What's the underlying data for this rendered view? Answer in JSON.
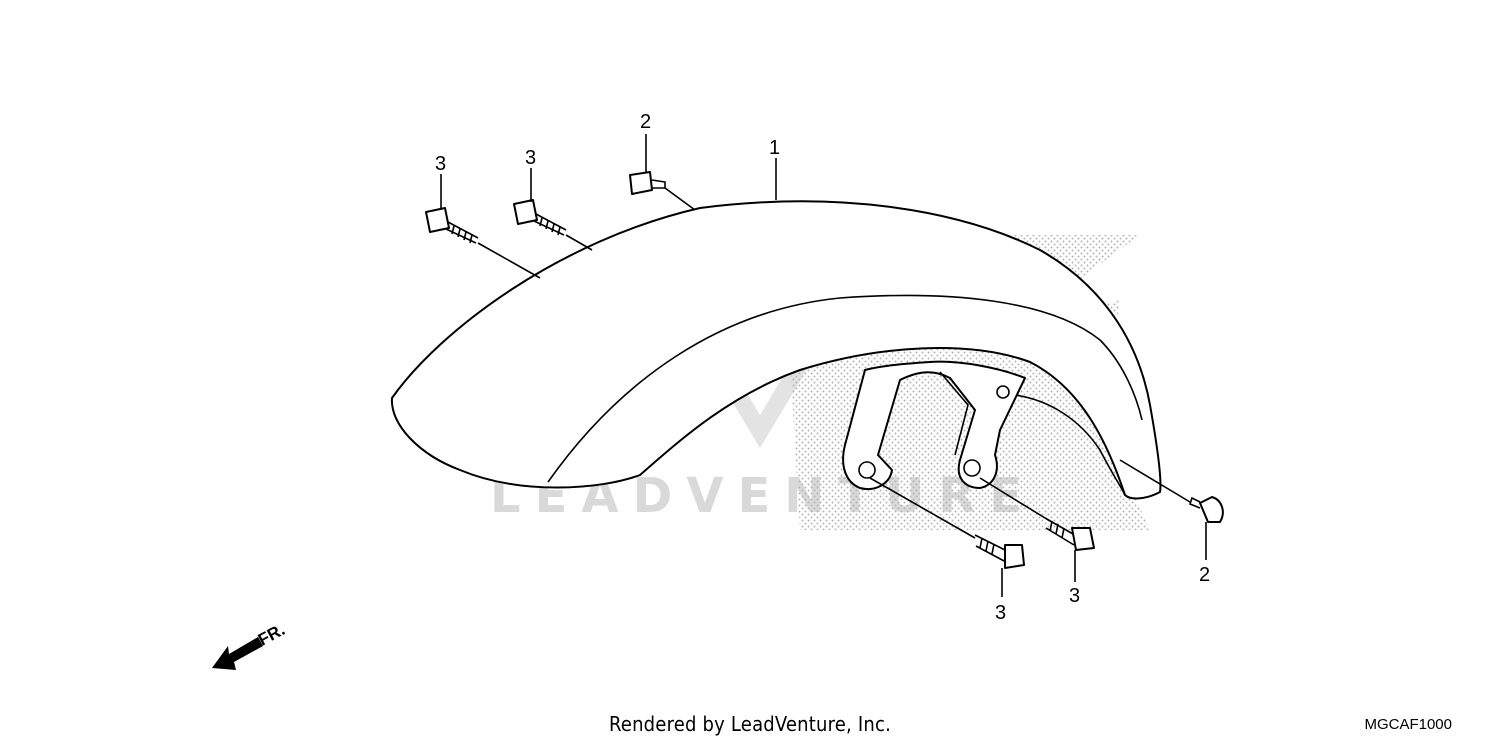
{
  "callouts": {
    "fender": "1",
    "bolt_top": "2",
    "bolt_left_1": "3",
    "bolt_left_2": "3",
    "bolt_right": "2",
    "bolt_lower_1": "3",
    "bolt_lower_2": "3"
  },
  "direction_label": "FR.",
  "watermark": {
    "text": "LEADVENTURE"
  },
  "footer": {
    "credit": "Rendered by LeadVenture, Inc.",
    "code": "MGCAF1000"
  },
  "colors": {
    "line": "#000000",
    "watermark": "#d9d9d9",
    "halftone": "#b3b3b3"
  },
  "icons": {
    "direction": "front-arrow-icon",
    "watermark": "flame-logo-icon"
  }
}
